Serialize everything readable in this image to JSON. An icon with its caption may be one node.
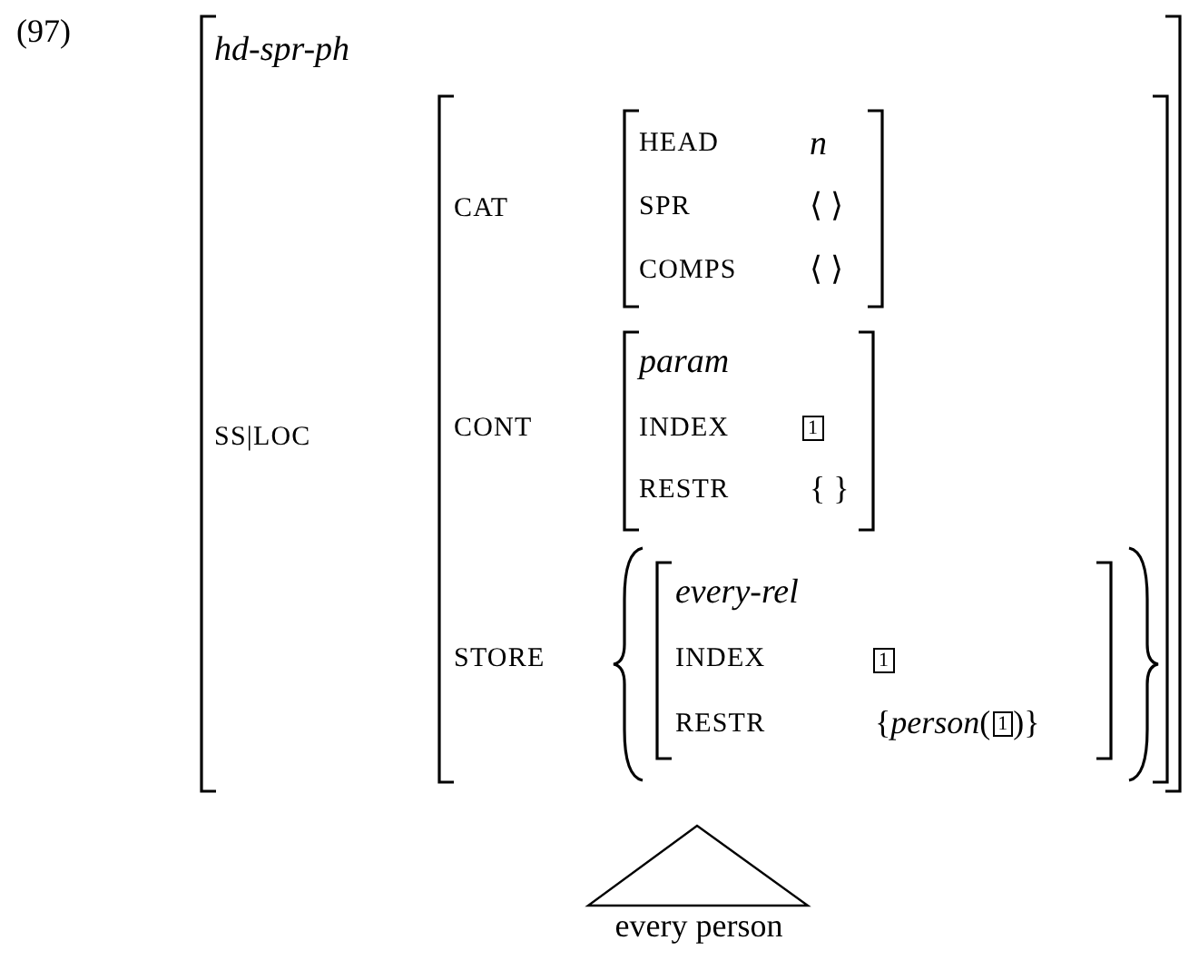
{
  "diagram": {
    "nodes": [
      {
        "text": [
          "every person"
        ]
      }
    ],
    "labels": [
      "(97)",
      "hd-spr-ph",
      "HEAD",
      "n",
      "CAT",
      "SPR",
      "⟨ ⟩",
      "COMPS",
      "⟨ ⟩",
      "param",
      "SS|LOC",
      "CONT",
      "INDEX",
      "1",
      "RESTR",
      "{ }",
      "every-rel",
      "STORE",
      "INDEX",
      "1",
      "RESTR",
      "{*person*(",
      "1",
      ")}"
    ]
  }
}
